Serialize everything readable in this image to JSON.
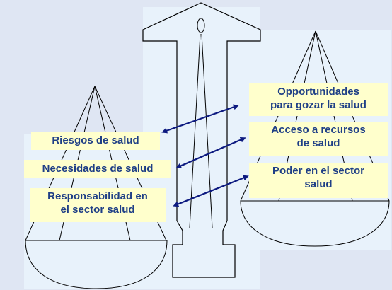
{
  "left_pan_labels": [
    {
      "id": "riesgos",
      "lines": [
        "Riesgos de salud"
      ]
    },
    {
      "id": "necesidades",
      "lines": [
        "Necesidades de salud"
      ]
    },
    {
      "id": "responsabilidad",
      "lines": [
        "Responsabilidad en",
        "el sector salud"
      ]
    }
  ],
  "right_pan_labels": [
    {
      "id": "oportunidades",
      "lines": [
        "Opportunidades",
        "para gozar la salud"
      ]
    },
    {
      "id": "acceso",
      "lines": [
        "Acceso a recursos",
        "de salud"
      ]
    },
    {
      "id": "poder",
      "lines": [
        "Poder en el sector",
        "salud"
      ]
    }
  ],
  "colors": {
    "label_background": "#ffffcc",
    "label_text": "#1f3f86",
    "arrow": "#0d1a80",
    "pan_fill": "#e8f2fb",
    "panel_fill": "#e8f2fb"
  }
}
